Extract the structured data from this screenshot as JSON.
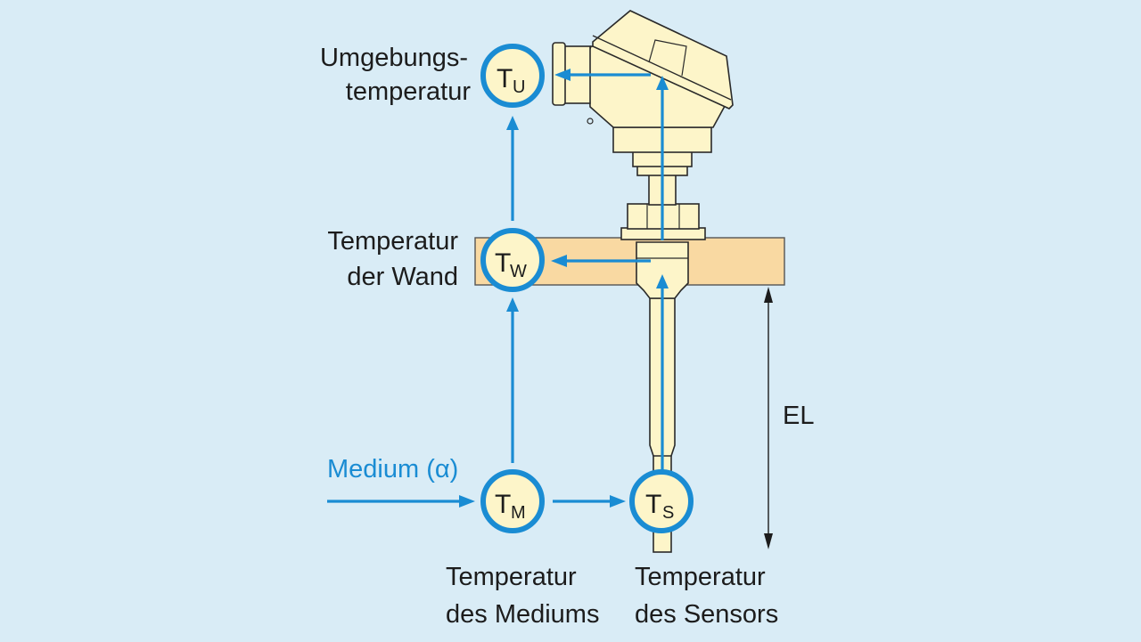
{
  "labels": {
    "ambient_line1": "Umgebungs-",
    "ambient_line2": "temperatur",
    "wall_line1": "Temperatur",
    "wall_line2": "der Wand",
    "medium_input": "Medium (α)",
    "medium_line1": "Temperatur",
    "medium_line2": "des Mediums",
    "sensor_line1": "Temperatur",
    "sensor_line2": "des Sensors",
    "immersion_length": "EL"
  },
  "nodes": {
    "ambient": {
      "main": "T",
      "sub": "U"
    },
    "wall": {
      "main": "T",
      "sub": "W"
    },
    "medium": {
      "main": "T",
      "sub": "M"
    },
    "sensor": {
      "main": "T",
      "sub": "S"
    }
  },
  "colors": {
    "background": "#d9ecf6",
    "accent": "#1a8cd3",
    "wall": "#f9d9a2",
    "device": "#fdf5c9"
  }
}
